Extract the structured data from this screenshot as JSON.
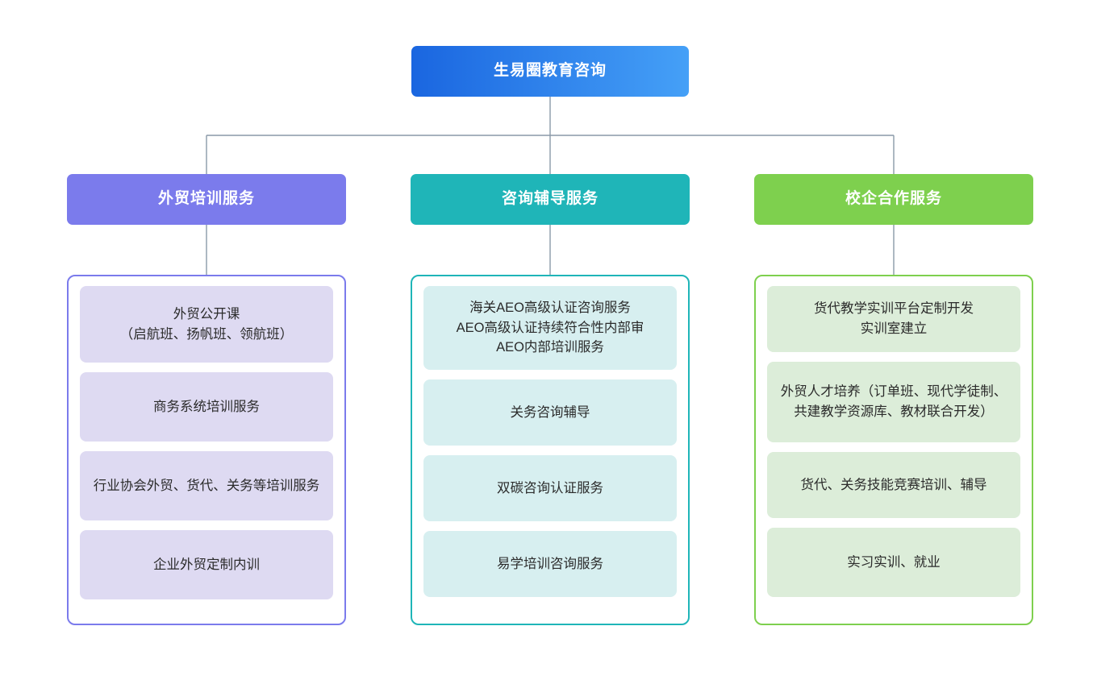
{
  "diagram": {
    "type": "organization-tree",
    "line_color": "#8a99a8",
    "root": {
      "label": "生易圈教育咨询",
      "gradient_from": "#1a66e0",
      "gradient_to": "#45a0f7",
      "text_color": "#ffffff"
    },
    "branches": [
      {
        "label": "外贸培训服务",
        "header_color": "#7b7bec",
        "box_border_color": "#7b7bec",
        "card_color": "#dedaf2",
        "card_text_color": "#2b2b2b",
        "items": [
          "外贸公开课\n（启航班、扬帆班、领航班）",
          "商务系统培训服务",
          "行业协会外贸、货代、关务等培训服务",
          "企业外贸定制内训"
        ]
      },
      {
        "label": "咨询辅导服务",
        "header_color": "#1fb5b8",
        "box_border_color": "#1fb5b8",
        "card_color": "#d7eff0",
        "card_text_color": "#2b2b2b",
        "items": [
          "海关AEO高级认证咨询服务\nAEO高级认证持续符合性内部审\nAEO内部培训服务",
          "关务咨询辅导",
          "双碳咨询认证服务",
          "易学培训咨询服务"
        ]
      },
      {
        "label": "校企合作服务",
        "header_color": "#7ed04e",
        "box_border_color": "#7ed04e",
        "card_color": "#dcedd9",
        "card_text_color": "#2b2b2b",
        "items": [
          "货代教学实训平台定制开发\n实训室建立",
          "外贸人才培养（订单班、现代学徒制、共建教学资源库、教材联合开发）",
          "货代、关务技能竞赛培训、辅导",
          "实习实训、就业"
        ]
      }
    ]
  }
}
